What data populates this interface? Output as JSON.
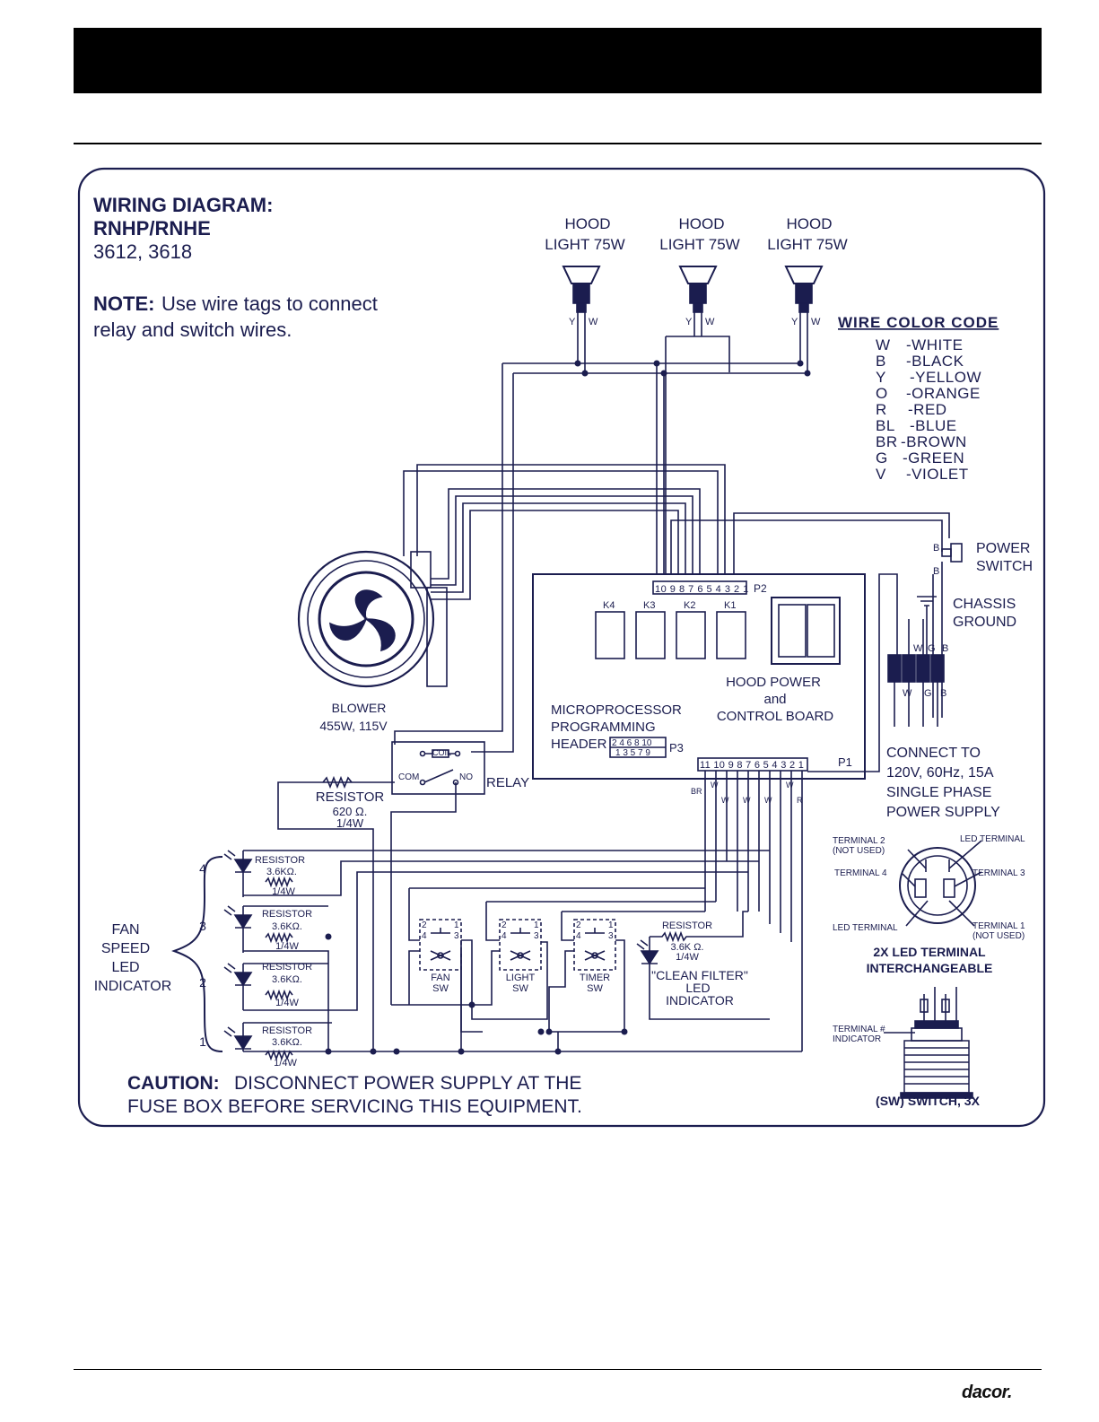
{
  "footer": {
    "logo_text": "dacor."
  },
  "title": {
    "line1": "WIRING DIAGRAM:",
    "line2": "RNHP/RNHE",
    "line3": "3612, 3618"
  },
  "note": {
    "label": "NOTE:",
    "text1": "Use wire tags to connect",
    "text2": "relay and switch wires."
  },
  "hood_lights": [
    {
      "line1": "HOOD",
      "line2": "LIGHT 75W"
    },
    {
      "line1": "HOOD",
      "line2": "LIGHT 75W"
    },
    {
      "line1": "HOOD",
      "line2": "LIGHT 75W"
    }
  ],
  "wire_labels": {
    "y": "Y",
    "w": "W",
    "b": "B",
    "g": "G",
    "br": "BR",
    "r": "R"
  },
  "wire_color_code": {
    "title": "WIRE COLOR CODE",
    "entries": [
      {
        "code": "W",
        "name": "-WHITE"
      },
      {
        "code": "B",
        "name": "-BLACK"
      },
      {
        "code": "Y",
        "name": "-YELLOW"
      },
      {
        "code": "O",
        "name": "-ORANGE"
      },
      {
        "code": "R",
        "name": "-RED"
      },
      {
        "code": "BL",
        "name": "-BLUE"
      },
      {
        "code": "BR",
        "name": "-BROWN"
      },
      {
        "code": "G",
        "name": "-GREEN"
      },
      {
        "code": "V",
        "name": "-VIOLET"
      }
    ]
  },
  "power_switch": {
    "line1": "POWER",
    "line2": "SWITCH"
  },
  "chassis_ground": {
    "line1": "CHASSIS",
    "line2": "GROUND"
  },
  "supply": {
    "line1": "CONNECT TO",
    "line2": "120V, 60Hz, 15A",
    "line3": "SINGLE PHASE",
    "line4": "POWER SUPPLY"
  },
  "blower": {
    "line1": "BLOWER",
    "line2": "455W,   115V"
  },
  "board": {
    "p2_pins": "10 9 8 7 6 5 4 3 2 1",
    "p2_label": "P2",
    "p1_pins": "11 10 9 8 7 6 5 4 3 2 1",
    "p1_label": "P1",
    "relays": [
      "K4",
      "K3",
      "K2",
      "K1"
    ],
    "name_line1": "HOOD POWER",
    "name_line2": "and",
    "name_line3": "CONTROL BOARD",
    "header_line1": "MICROPROCESSOR",
    "header_line2": "PROGRAMMING",
    "header_line3": "HEADER",
    "p3_top": "2 4 6 8 10",
    "p3_bottom": "1 3 5 7 9",
    "p3_label": "P3"
  },
  "relay": {
    "coil": "COIL",
    "com": "COM",
    "no": "NO",
    "label": "RELAY"
  },
  "resistor_main": {
    "line1": "RESISTOR",
    "line2": "620 Ω.",
    "line3": "1/4W"
  },
  "fan_speed": {
    "line1": "FAN",
    "line2": "SPEED",
    "line3": "LED",
    "line4": "INDICATOR",
    "levels": [
      "4",
      "3",
      "2",
      "1"
    ],
    "resistor": {
      "line1": "RESISTOR",
      "line2": "3.6KΩ.",
      "line3": "1/4W"
    }
  },
  "switches": [
    {
      "line1": "FAN",
      "line2": "SW"
    },
    {
      "line1": "LIGHT",
      "line2": "SW"
    },
    {
      "line1": "TIMER",
      "line2": "SW"
    }
  ],
  "switch_pins": {
    "p1": "1",
    "p2": "2",
    "p3": "3",
    "p4": "4"
  },
  "clean_filter": {
    "resistor_line1": "RESISTOR",
    "resistor_line2": "3.6K Ω.",
    "resistor_line3": "1/4W",
    "line1": "\"CLEAN FILTER\"",
    "line2": "LED",
    "line3": "INDICATOR"
  },
  "led_terminal": {
    "t2_line1": "TERMINAL 2",
    "t2_line2": "(NOT USED)",
    "led_terminal_top": "LED TERMINAL",
    "t4": "TERMINAL 4",
    "t3": "TERMINAL 3",
    "led_terminal_bottom": "LED TERMINAL",
    "t1_line1": "TERMINAL 1",
    "t1_line2": "(NOT USED)",
    "caption_line1": "2X LED TERMINAL",
    "caption_line2": "INTERCHANGEABLE"
  },
  "sw_switch": {
    "terminal_line1": "TERMINAL #",
    "terminal_line2": "INDICATOR",
    "caption": "(SW) SWITCH, 3X"
  },
  "caution": {
    "label": "CAUTION:",
    "text1": "DISCONNECT POWER SUPPLY AT THE",
    "text2": "FUSE BOX BEFORE SERVICING THIS EQUIPMENT."
  },
  "colors": {
    "ink": "#1b1d4f",
    "header_bar": "#000000"
  }
}
